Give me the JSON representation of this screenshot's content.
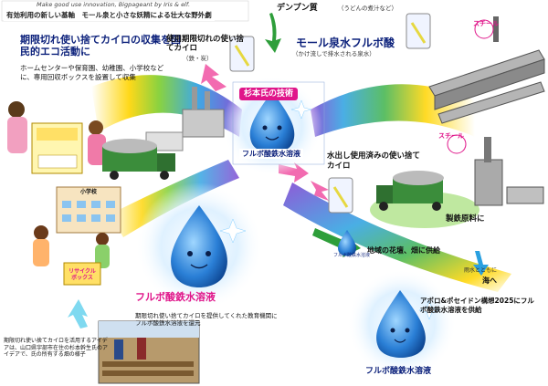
{
  "header": {
    "tagline_en": "Make good use innovation, Bigpageant by Iris & elf.",
    "tagline_jp": "有効利用の新しい基軸　モール泉と小さな妖精による壮大な野外劇"
  },
  "left_section": {
    "heading": "期限切れ使い捨てカイロの収集を国民的エコ活動に",
    "body": "ホームセンターや保育園、幼稚園、小学校などに、専用回収ボックスを設置して収集",
    "school_sign": "小学校",
    "recycle_box": "リサイクルボックス"
  },
  "expired_kairo": {
    "heading": "使用期限切れの使い捨てカイロ",
    "sub": "（鉄・炭）"
  },
  "tempun": {
    "heading": "デンプン質",
    "sub": "（うどんの煮汁など）"
  },
  "moor_fulvic": {
    "heading": "モール泉水フルボ酸",
    "sub": "（かけ流しで排水される泉水）"
  },
  "center": {
    "tech_label": "杉本氏の技術",
    "solution_label": "フルボ酸鉄水溶液"
  },
  "used_kairo": {
    "heading": "水出し使用済みの使い捨てカイロ"
  },
  "steel_badges": [
    "スチール",
    "スチール"
  ],
  "steel_material": "製鉄原料に",
  "mini_label": "フルボ酸鉄水溶液",
  "flower_supply": "地域の花壇、畑に供給",
  "rain_label": "雨水とともに",
  "sea_label": "海へ",
  "apollo": "アポロ&ポセイドン構想2025にフルボ酸鉄水溶液を供給",
  "bottom_center": {
    "solution_label": "フルボ酸鉄水溶液",
    "body": "期限切れ使い捨てカイロを提供してくれた教育機関にフルボ酸鉄水溶液を還元"
  },
  "bottom_right_label": "フルボ酸鉄水溶液",
  "bottom_left_note": "期限切れ使い捨てカイロを活用するアイデアは、山口県宇部市在住の杉本幹生氏のアイデアで、氏の所有する畑の様子",
  "colors": {
    "magenta": "#e0168a",
    "navy": "#0a1f7a",
    "drop_blue": "#2a7fd6",
    "arrow_pink": "#f26bb0",
    "arrow_green": "#2e9e3a"
  }
}
